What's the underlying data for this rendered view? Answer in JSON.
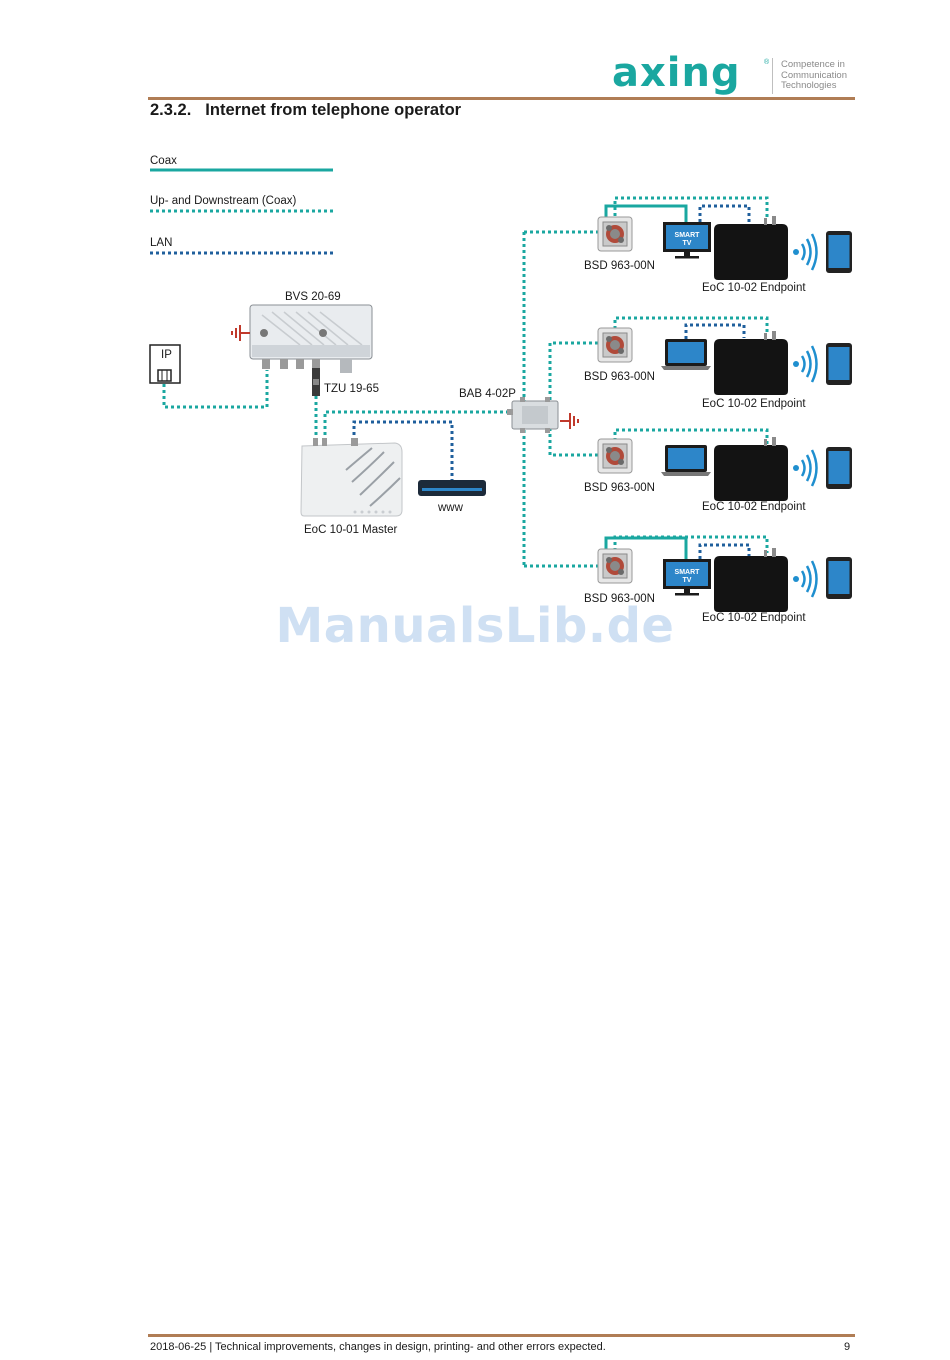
{
  "header": {
    "logo_text": "axing",
    "logo_reg": "®",
    "tagline": [
      "Competence in",
      "Communication",
      "Technologies"
    ]
  },
  "section": {
    "number": "2.3.2.",
    "title": "Internet from telephone operator"
  },
  "legend": [
    {
      "label": "Coax",
      "style": "solid",
      "color": "#1aa7a0"
    },
    {
      "label": "Up- and Downstream (Coax)",
      "style": "dotted",
      "color": "#1aa7a0"
    },
    {
      "label": "LAN",
      "style": "dotted",
      "color": "#1f5f9c"
    }
  ],
  "devices": {
    "amplifier": "BVS 20-69",
    "ip_box": "IP",
    "filter": "TZU 19-65",
    "master": "EoC 10-01 Master",
    "router": "www",
    "splitter": "BAB 4-02P",
    "outlet": "BSD 963-00N",
    "endpoint": "EoC 10-02 Endpoint",
    "smart_tv": [
      "SMART",
      "TV"
    ]
  },
  "watermark": "ManualsLib.de",
  "footer": {
    "text": "2018-06-25 | Technical improvements, changes in design, printing- and other errors expected.",
    "page": "9"
  },
  "colors": {
    "accent_rule": "#b07d55",
    "coax": "#1aa7a0",
    "lan": "#1f5f9c",
    "ground": "#c0392b"
  }
}
